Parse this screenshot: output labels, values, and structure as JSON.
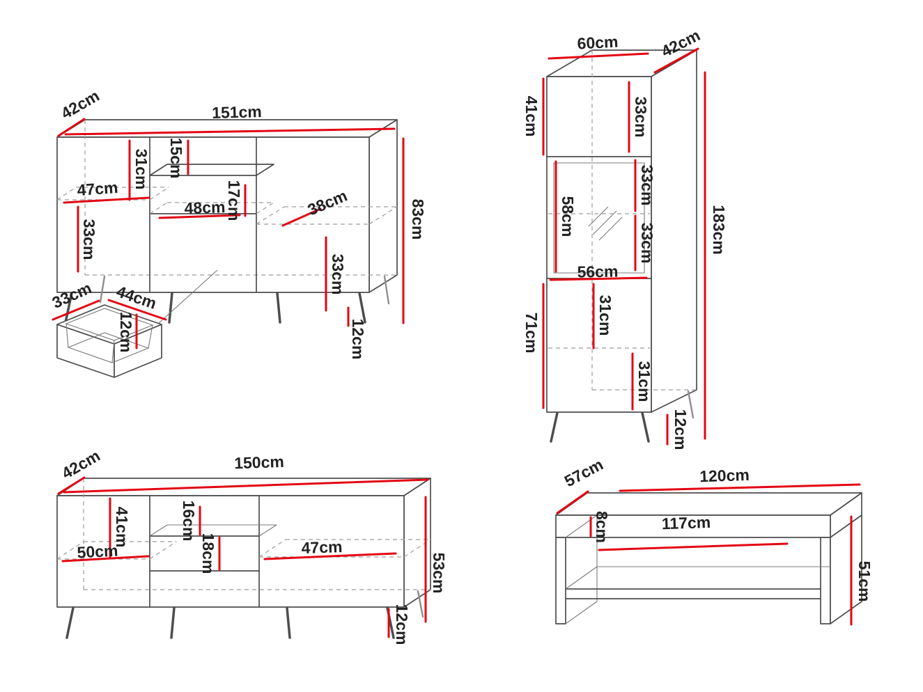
{
  "unit": "cm",
  "colors": {
    "dimension_line": "#e30613",
    "outline": "#4d4d4d",
    "hidden_edge": "#9c9c9c",
    "label_text": "#222222",
    "background": "#ffffff"
  },
  "pieces": {
    "sideboard": {
      "labels": {
        "depth": "42cm",
        "width": "151cm",
        "upper_left_inner_height": "31cm",
        "top_shelf_gap": "15cm",
        "left_inner_width": "47cm",
        "middle_shelf_gap": "17cm",
        "middle_inner_width": "48cm",
        "right_inner_depth": "38cm",
        "lower_left_inner_height": "33cm",
        "right_inner_height": "33cm",
        "height": "83cm",
        "leg_height": "12cm"
      }
    },
    "sideboard_drawer": {
      "labels": {
        "depth": "33cm",
        "width": "44cm",
        "height": "12cm"
      }
    },
    "tall_cabinet": {
      "labels": {
        "width": "60cm",
        "depth": "42cm",
        "top_section_height": "41cm",
        "top_inner_height": "33cm",
        "upper_glass_shelf": "33cm",
        "glass_section_height": "58cm",
        "lower_glass_shelf": "33cm",
        "inner_width": "56cm",
        "bottom_section_height": "71cm",
        "bottom_inner_upper": "31cm",
        "bottom_inner_lower": "31cm",
        "height": "183cm",
        "leg_height": "12cm"
      }
    },
    "tv_stand": {
      "labels": {
        "depth": "42cm",
        "width": "150cm",
        "left_inner_height": "41cm",
        "upper_shelf_gap": "16cm",
        "left_inner_width": "50cm",
        "lower_shelf_gap": "18cm",
        "right_inner_width": "47cm",
        "height": "53cm",
        "leg_height": "12cm"
      }
    },
    "coffee_table": {
      "labels": {
        "depth": "57cm",
        "width": "120cm",
        "top_thickness": "8cm",
        "inner_width": "117cm",
        "height": "51cm"
      }
    }
  }
}
